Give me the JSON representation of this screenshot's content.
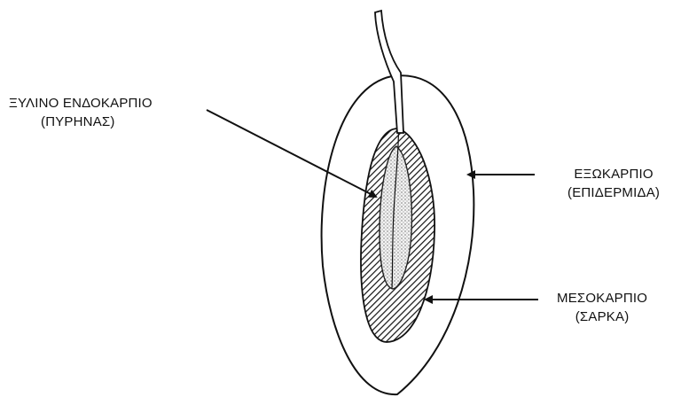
{
  "labels": {
    "endocarp": {
      "line1": "ΞΥΛΙΝΟ ΕΝΔΟΚΑΡΠΙΟ",
      "line2": "(ΠΥΡΗΝΑΣ)"
    },
    "exocarp": {
      "line1": "ΕΞΩΚΑΡΠΙΟ",
      "line2": "(ΕΠΙΔΕΡΜΙΔΑ)"
    },
    "mesocarp": {
      "line1": "ΜΕΣΟΚΑΡΠΙΟ",
      "line2": "(ΣΑΡΚΑ)"
    }
  },
  "colors": {
    "ink": "#111111",
    "background": "#ffffff",
    "seed_fill": "#e4e4e4"
  }
}
